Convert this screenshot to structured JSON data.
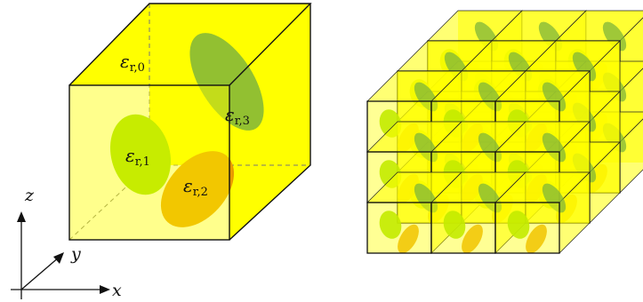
{
  "colors": {
    "background_medium": "#ffff00",
    "inclusion_1": "#99dd00",
    "inclusion_2": "#e89a00",
    "inclusion_3": "#7fb53a",
    "edge": "#111111",
    "hidden_edge": "#777777"
  },
  "labels": {
    "eps0": {
      "symbol": "ε",
      "sub": "r,0"
    },
    "eps1": {
      "symbol": "ε",
      "sub": "r,1"
    },
    "eps2": {
      "symbol": "ε",
      "sub": "r,2"
    },
    "eps3": {
      "symbol": "ε",
      "sub": "r,3"
    }
  },
  "axes": {
    "x": "x",
    "y": "y",
    "z": "z"
  },
  "lattice": {
    "columns": 3,
    "rows": 3,
    "layers": 3
  }
}
